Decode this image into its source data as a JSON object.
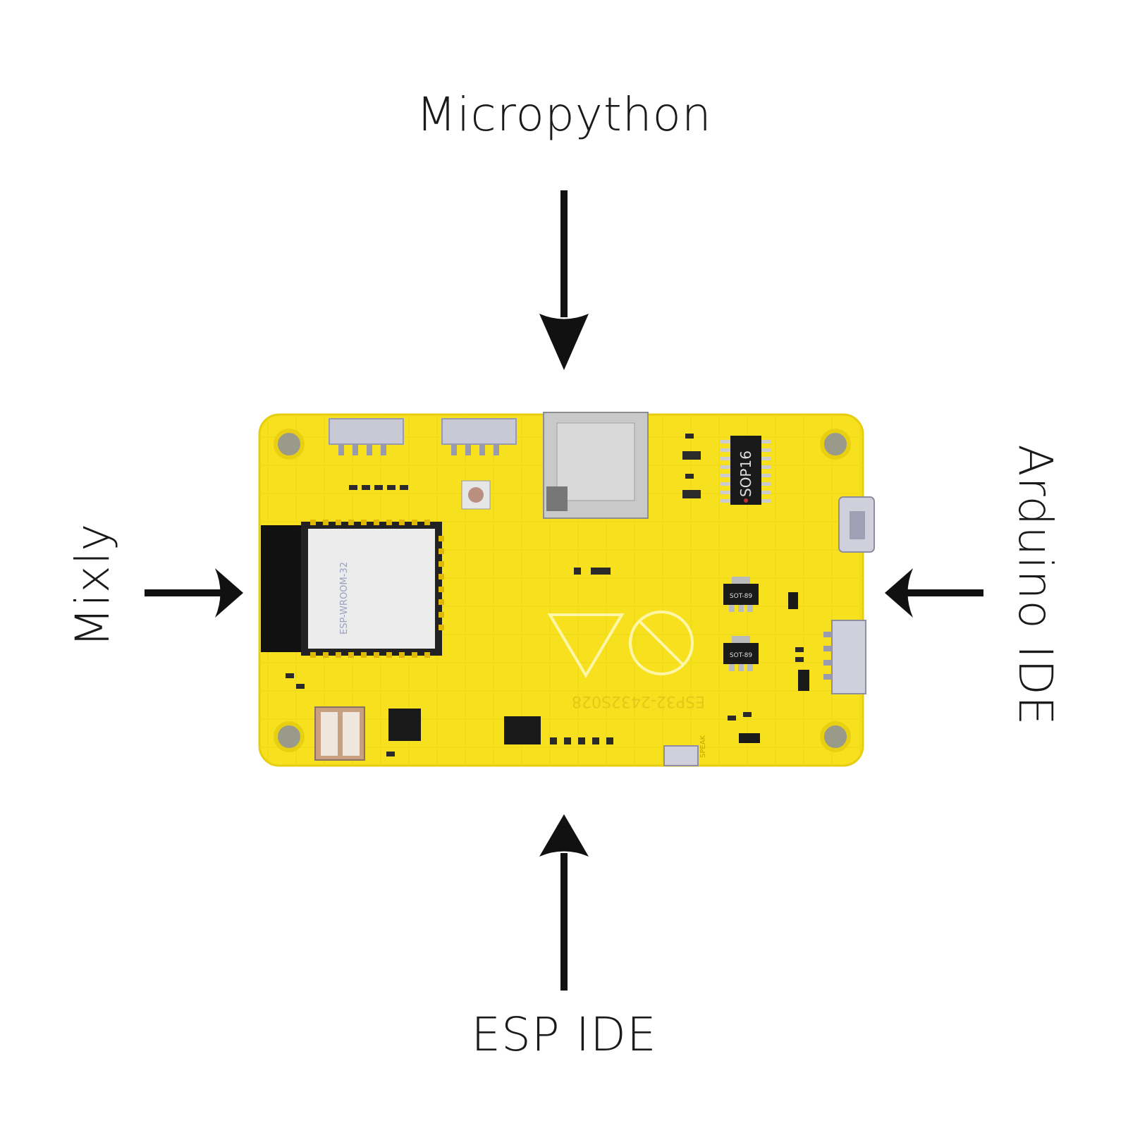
{
  "labels": {
    "top": "Micropython",
    "left": "Mixly",
    "right": "Arduino IDE",
    "bottom": "ESP IDE"
  },
  "board": {
    "module_text": "ESP-WROOM-32",
    "chip_text": "SOP16",
    "model_text": "ESP32-2432S028",
    "sot1_text": "SOT-89",
    "sot2_text": "SOT-89",
    "speak_text": "SPEAK",
    "colors": {
      "pcb": "#f7e11e",
      "silkscreen": "#e9cf12",
      "hole": "#9a9a8a",
      "connector": "#c8c8d6",
      "chip": "#1a1a1a"
    }
  },
  "colors": {
    "arrow": "#111111",
    "text": "#1a1a1a"
  }
}
